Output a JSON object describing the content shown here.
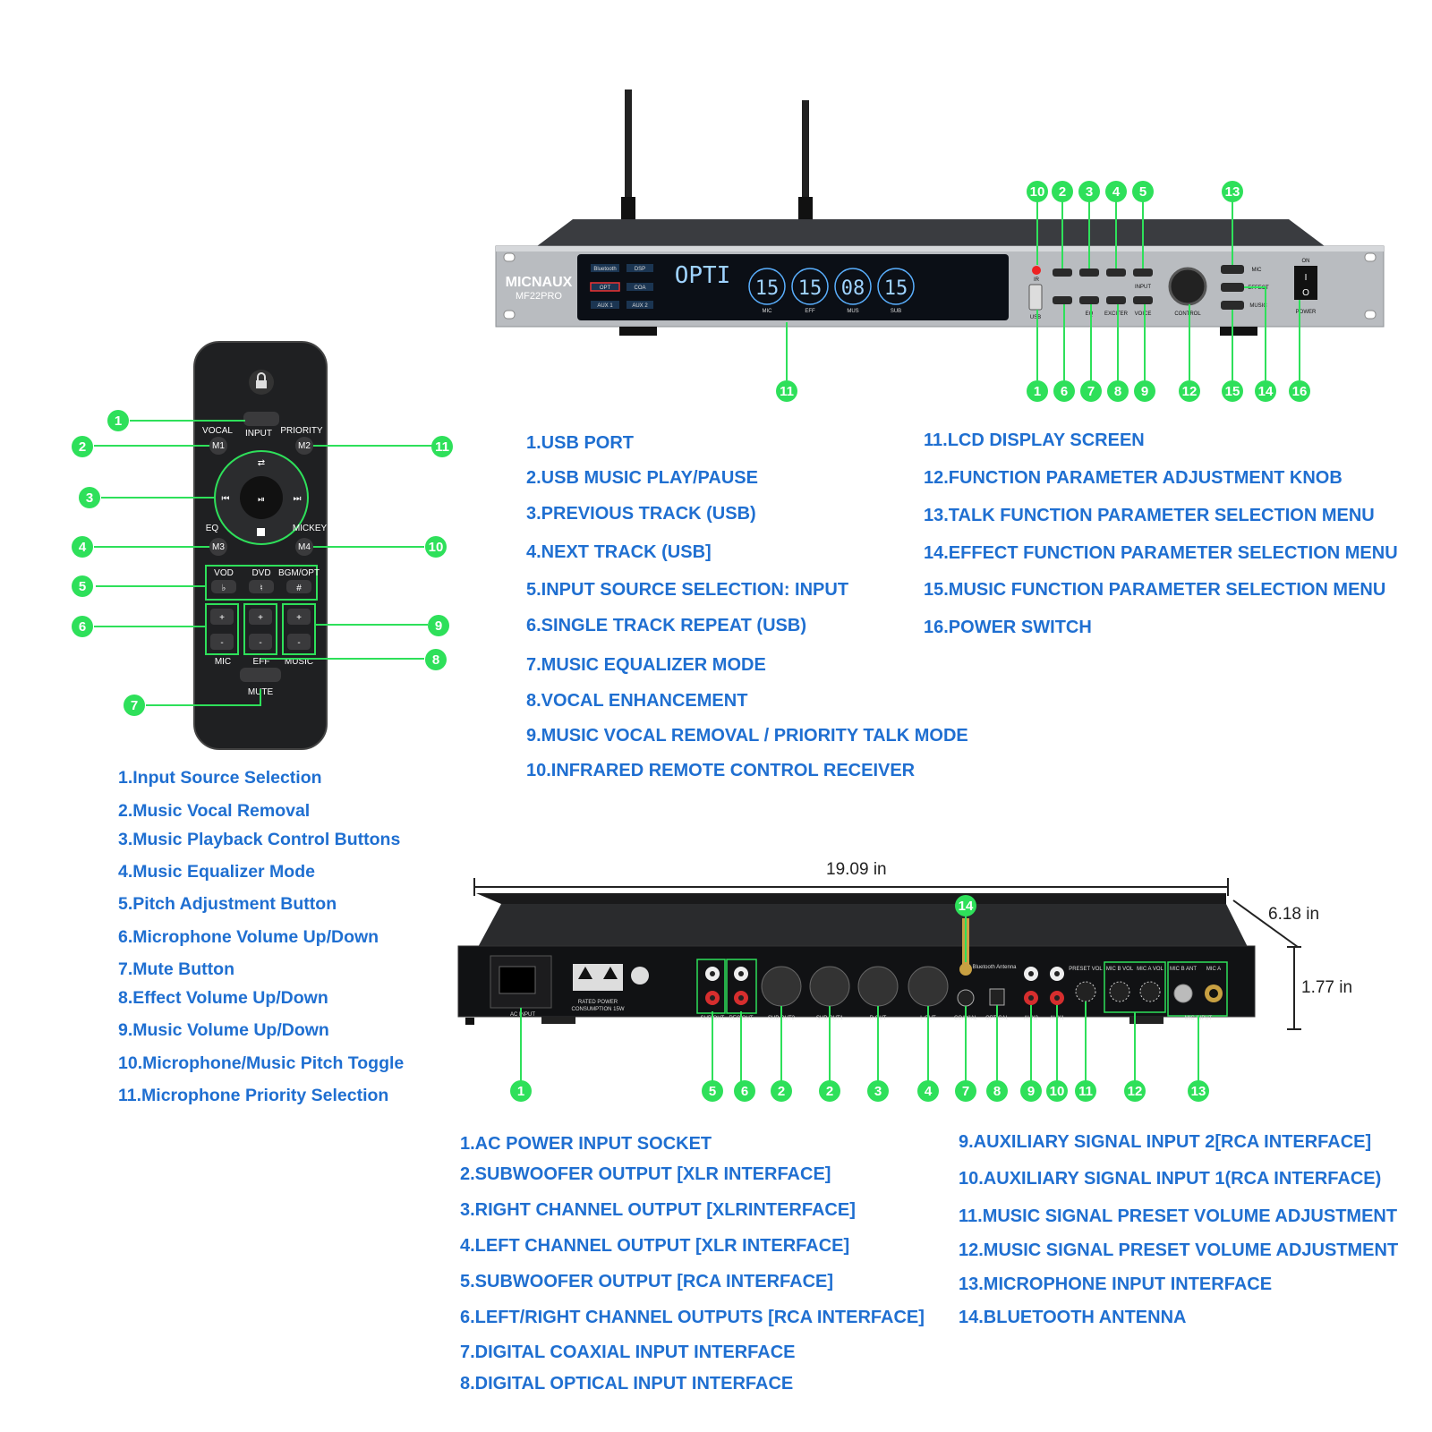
{
  "front_panel": {
    "brand": "MICNAUX",
    "model": "MF22PRO",
    "lcd_text": "OPTI",
    "lcd_source_keys": [
      "Bluetooth",
      "DSP",
      "OPT",
      "COA",
      "AUX 1",
      "AUX 2"
    ],
    "meters": [
      {
        "value": "15",
        "label": "MIC"
      },
      {
        "value": "15",
        "label": "EFF"
      },
      {
        "value": "08",
        "label": "MUS"
      },
      {
        "value": "15",
        "label": "SUB"
      }
    ],
    "button_labels": {
      "ir": "IR",
      "usb": "USB",
      "eq": "EQ",
      "exciter": "EXCITER",
      "voice": "VOICE",
      "input": "INPUT",
      "control": "CONTROL",
      "mic": "MIC",
      "effect": "EFFECT",
      "music": "MUSIC",
      "on": "ON",
      "power": "POWER"
    },
    "callouts": [
      "1.USB PORT",
      "2.USB MUSIC PLAY/PAUSE",
      "3.PREVIOUS TRACK (USB)",
      "4.NEXT TRACK (USB]",
      "5.INPUT SOURCE SELECTION: INPUT",
      "6.SINGLE TRACK REPEAT (USB)",
      "7.MUSIC EQUALIZER MODE",
      "8.VOCAL ENHANCEMENT",
      "9.MUSIC VOCAL REMOVAL / PRIORITY TALK MODE",
      "10.INFRARED REMOTE CONTROL RECEIVER",
      "11.LCD DISPLAY SCREEN",
      "12.FUNCTION PARAMETER ADJUSTMENT KNOB",
      "13.TALK FUNCTION PARAMETER SELECTION MENU",
      "14.EFFECT FUNCTION PARAMETER SELECTION MENU",
      "15.MUSIC FUNCTION PARAMETER SELECTION MENU",
      "16.POWER SWITCH"
    ],
    "badges": [
      "10",
      "2",
      "3",
      "4",
      "5",
      "13",
      "11",
      "1",
      "6",
      "7",
      "8",
      "9",
      "12",
      "15",
      "14",
      "16"
    ]
  },
  "remote": {
    "key_labels": {
      "input": "INPUT",
      "vocal": "VOCAL",
      "priority": "PRIORITY",
      "m1": "M1",
      "m2": "M2",
      "eq": "EQ",
      "m3": "M3",
      "mickey": "MICKEY",
      "m4": "M4",
      "vod": "VOD",
      "dvd": "DVD",
      "bgm": "BGM/OPT",
      "flat": "♭",
      "natural": "♮",
      "sharp": "#",
      "mic": "MIC",
      "eff": "EFF",
      "music": "MUSIC",
      "mute": "MUTE",
      "plus": "+",
      "minus": "-"
    },
    "callouts": [
      "1.Input Source Selection",
      "2.Music Vocal Removal",
      "3.Music Playback Control Buttons",
      "4.Music Equalizer Mode",
      "5.Pitch Adjustment Button",
      "6.Microphone Volume Up/Down",
      "7.Mute Button",
      "8.Effect Volume Up/Down",
      "9.Music Volume Up/Down",
      "10.Microphone/Music Pitch Toggle",
      "11.Microphone Priority Selection"
    ],
    "badges": [
      "1",
      "2",
      "3",
      "4",
      "5",
      "6",
      "7",
      "11",
      "10",
      "9",
      "8"
    ]
  },
  "rear_panel": {
    "dimensions": {
      "width": "19.09 in",
      "depth": "6.18 in",
      "height": "1.77 in"
    },
    "port_labels": {
      "ac_input": "AC INPUT",
      "rated_power": "RATED POWER",
      "consumption": "CONSUMPTION 15W",
      "sub_out": "SUB OUT",
      "rec_out": "REC OUT",
      "sub_out2": "SUB OUT2",
      "sub_out1": "SUB OUT1",
      "r_out": "R OUT",
      "l_out": "L OUT",
      "bt_antenna": "Bluetooth Antenna",
      "coaxial": "COAXIAL",
      "optical": "OPTICAL",
      "aux2": "AUX2",
      "aux1": "AUX1",
      "preset_vol": "PRESET VOL",
      "mic_b_vol": "MIC B VOL",
      "mic_a_vol": "MIC A VOL",
      "mic_b_ant": "MIC B ANT",
      "mic_a": "MIC A",
      "mic_input": "MIC INPUT"
    },
    "callouts": [
      "1.AC POWER INPUT SOCKET",
      "2.SUBWOOFER OUTPUT [XLR INTERFACE]",
      "3.RIGHT CHANNEL OUTPUT [XLRINTERFACE]",
      "4.LEFT CHANNEL OUTPUT [XLR INTERFACE]",
      "5.SUBWOOFER OUTPUT [RCA INTERFACE]",
      "6.LEFT/RIGHT CHANNEL OUTPUTS [RCA INTERFACE]",
      "7.DIGITAL COAXIAL INPUT INTERFACE",
      "8.DIGITAL OPTICAL INPUT INTERFACE",
      "9.AUXILIARY SIGNAL INPUT 2[RCA INTERFACE]",
      "10.AUXILIARY SIGNAL INPUT 1(RCA INTERFACE)",
      "11.MUSIC SIGNAL PRESET VOLUME ADJUSTMENT",
      "12.MUSIC SIGNAL PRESET VOLUME ADJUSTMENT",
      "13.MICROPHONE INPUT INTERFACE",
      "14.BLUETOOTH ANTENNA"
    ],
    "badges": [
      "14",
      "1",
      "5",
      "6",
      "2",
      "2",
      "3",
      "4",
      "7",
      "8",
      "9",
      "10",
      "11",
      "12",
      "13"
    ]
  },
  "colors": {
    "badge": "#2ee05a",
    "text": "#1f6fd1",
    "callout_line": "#2ee05a",
    "panel_silver": "#b9bcc0",
    "lcd": "#0b0f16"
  }
}
